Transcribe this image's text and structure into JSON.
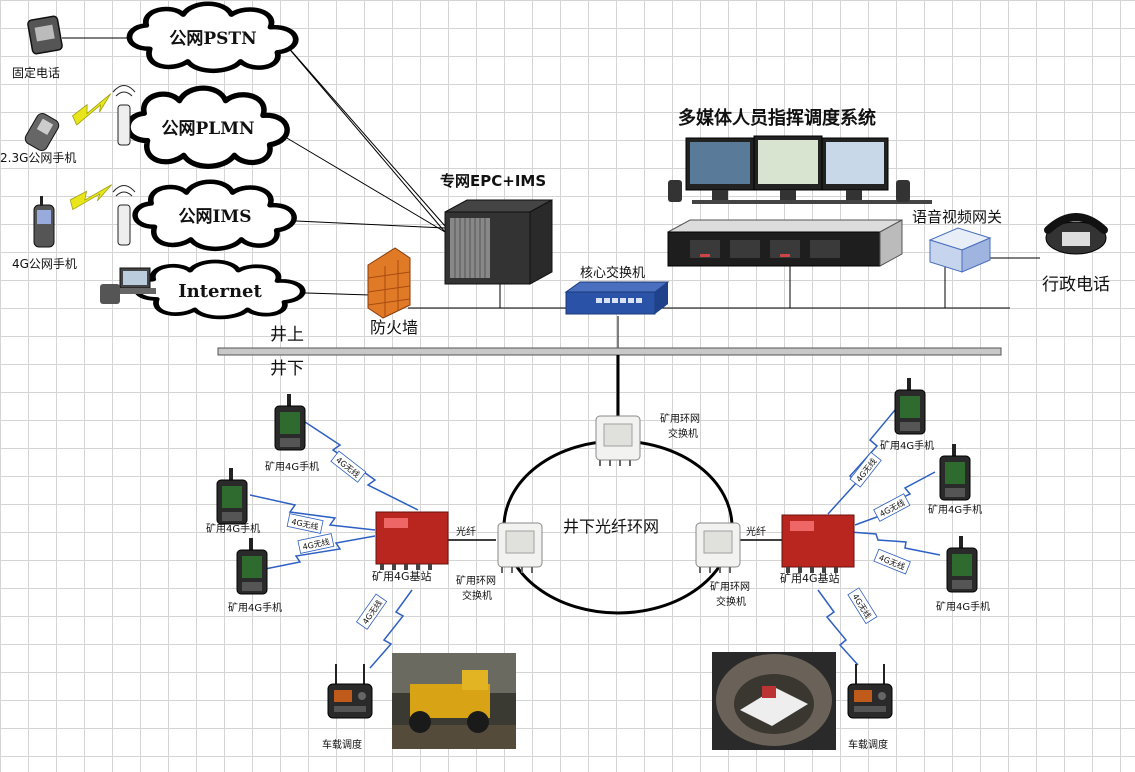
{
  "clouds": {
    "pstn": "公网PSTN",
    "plmn": "公网PLMN",
    "ims": "公网IMS",
    "internet": "Internet"
  },
  "labels": {
    "fixed_phone": "固定电话",
    "phone_23g": "2.3G公网手机",
    "phone_4g": "4G公网手机",
    "epc": "专网EPC+IMS",
    "dispatch_system": "多媒体人员指挥调度系统",
    "gateway": "语音视频网关",
    "admin_phone": "行政电话",
    "core_switch": "核心交换机",
    "firewall": "防火墙",
    "above_ground": "井上",
    "underground": "井下",
    "ring_name": "井下光纤环网",
    "mine_switch_top": "矿用环网\n交换机",
    "mine_switch_left": "矿用环网\n交换机",
    "mine_switch_right": "矿用环网\n交换机",
    "fiber_left": "光纤",
    "fiber_right": "光纤",
    "bs_left": "矿用4G基站",
    "bs_right": "矿用4G基站",
    "mine_phone": "矿用4G手机",
    "vehicle": "车载调度",
    "wireless": "4G无线"
  },
  "colors": {
    "basestation": "#b8261f",
    "switch_blue": "#2a53a8",
    "wireless_line": "#2e5fc2",
    "bolt": "#e8e61a"
  }
}
